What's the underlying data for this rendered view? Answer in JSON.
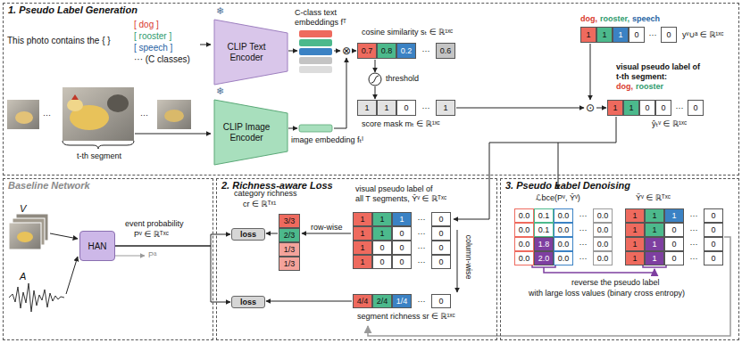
{
  "diagram": {
    "nodes": [
      {
        "text": [
          "1. Pseudo Label Generation"
        ]
      },
      {
        "text": [
          "Baseline Network"
        ]
      },
      {
        "text": [
          "2. Richness-aware Loss"
        ]
      },
      {
        "text": [
          "3. Pseudo Label Denoising"
        ]
      },
      {
        "text": [
          "CLIP Text Encoder"
        ],
        "in": 0
      },
      {
        "text": [
          "CLIP Image Encoder"
        ],
        "in": 0
      },
      {
        "text": [
          "HAN"
        ],
        "in": 1
      },
      {
        "text": [
          "loss"
        ],
        "in": 2
      },
      {
        "text": [
          "loss"
        ],
        "in": 2
      }
    ],
    "edges": [
      {
        "from": 6,
        "to": 7,
        "arrow": "to"
      },
      {
        "from": 6,
        "to": 8,
        "arrow": "to"
      }
    ],
    "labels": [
      "❄",
      "❄",
      "This photo contains the { }",
      "[ dog ]",
      "[ rooster ]",
      "[ speech ]",
      "··· (C classes)",
      "···",
      "···",
      "t-th segment",
      "C-class text",
      "embeddings fᵀ",
      "image embedding fₜᴵ",
      "⊗",
      "cosine similarity sₜ ∈ ℝ¹ˣᶜ",
      "0.7",
      "0.8",
      "0.2",
      "···",
      "0.6",
      "threshold",
      "1",
      "1",
      "0",
      "···",
      "1",
      "score mask mₜ ∈ ℝ¹ˣᶜ",
      "dog,",
      "rooster,",
      "speech",
      "1",
      "1",
      "1",
      "0",
      "···",
      "0",
      "yᵛ∪ᵃ ∈ ℝ¹ˣᶜ",
      "visual pseudo label of",
      "t-th segment:",
      "dog,",
      "rooster",
      "⊙",
      "1",
      "1",
      "0",
      "0",
      "···",
      "0",
      "ŷₜᵛ ∈ ℝ¹ˣᶜ",
      "V",
      "A",
      "event probability",
      "Pᵛ ∈ ℝᵀˣᶜ",
      "Pᵃ",
      "category richness",
      "cr ∈ ℝᵀˣ¹",
      "3/3",
      "2/3",
      "1/3",
      "1/3",
      "row-wise",
      "visual pseudo label of",
      "all T segments, Ŷᵛ ∈ ℝᵀˣᶜ",
      "1",
      "1",
      "1",
      "···",
      "0",
      "1",
      "1",
      "0",
      "···",
      "0",
      "1",
      "0",
      "0",
      "···",
      "0",
      "1",
      "0",
      "0",
      "···",
      "0",
      "column-wise",
      "4/4",
      "2/4",
      "1/4",
      "···",
      "0",
      "segment richness sr ∈ ℝ¹ˣᶜ",
      "ℒbce(Pᵛ, Ŷᵛ)",
      "0.0",
      "0.1",
      "0.0",
      "···",
      "0.0",
      "0.0",
      "0.1",
      "0.0",
      "···",
      "0.0",
      "0.0",
      "1.8",
      "0.0",
      "···",
      "0.0",
      "0.0",
      "2.0",
      "0.0",
      "···",
      "0.0",
      "Ỹᵛ ∈ ℝᵀˣᶜ",
      "1",
      "1",
      "1",
      "···",
      "0",
      "1",
      "1",
      "0",
      "···",
      "0",
      "1",
      "1",
      "0",
      "···",
      "0",
      "1",
      "1",
      "0",
      "···",
      "0",
      "reverse the pseudo label",
      "with large loss values (binary cross entropy)"
    ]
  }
}
